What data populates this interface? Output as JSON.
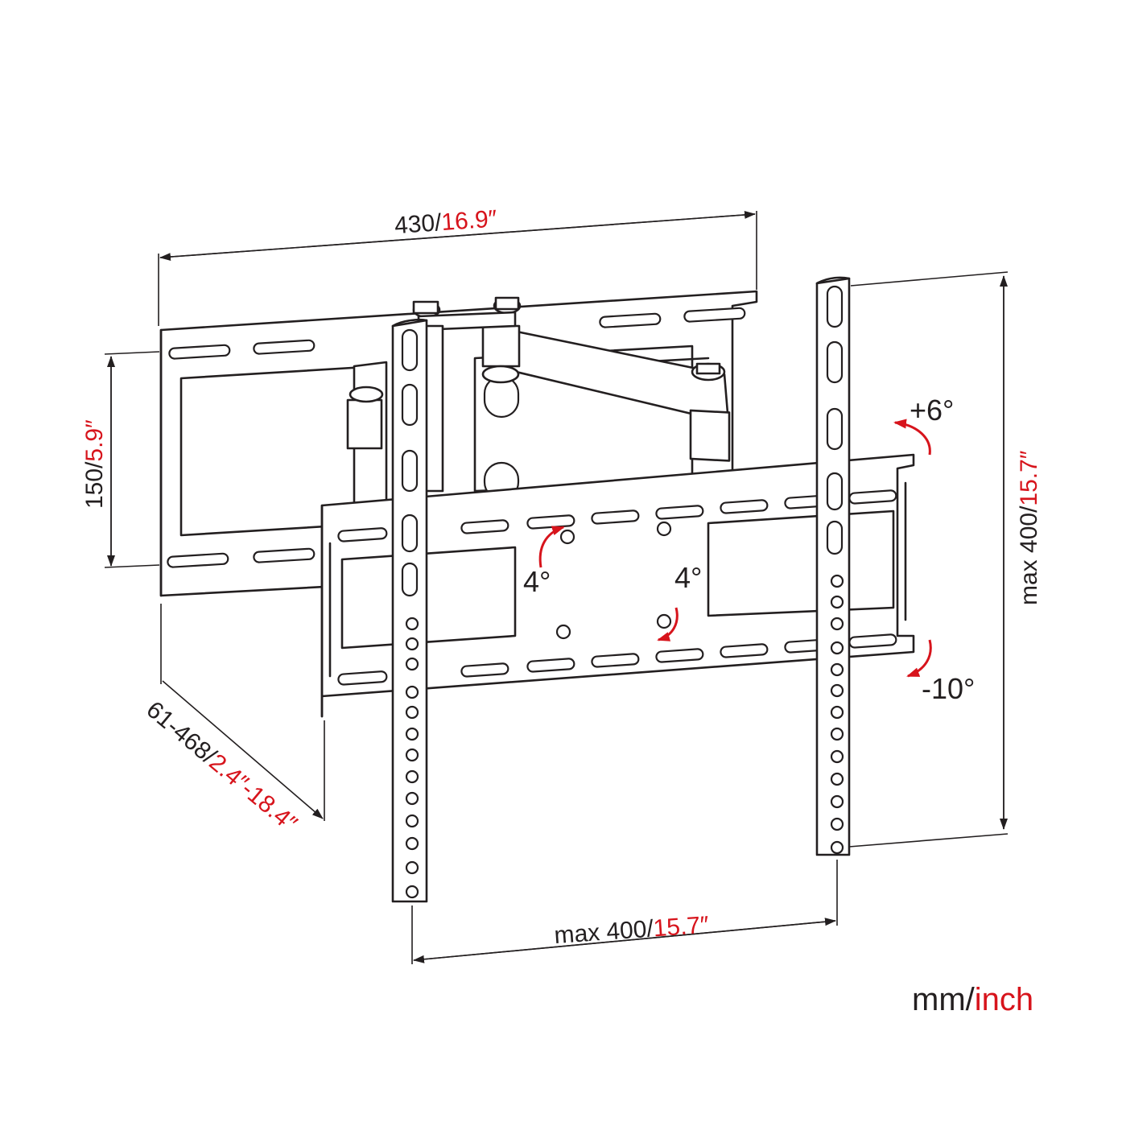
{
  "dimensions": {
    "width": {
      "mm": "430/",
      "inch": "16.9″"
    },
    "height": {
      "mm": "150/",
      "inch": "5.9″"
    },
    "extension": {
      "mm": "61-468/",
      "inch": "2.4″-18.4″"
    },
    "vertical_spacing": {
      "mm": "max 400/",
      "inch": "15.7″"
    },
    "horizontal_spacing": {
      "mm": "max 400/",
      "inch": "15.7″"
    }
  },
  "tilt": {
    "up": "+6°",
    "down": "-10°"
  },
  "rotation": {
    "left": "4°",
    "right": "4°"
  },
  "units": {
    "mm": "mm/",
    "inch": "inch"
  },
  "colors": {
    "line": "#231f20",
    "accent": "#d7141c"
  }
}
